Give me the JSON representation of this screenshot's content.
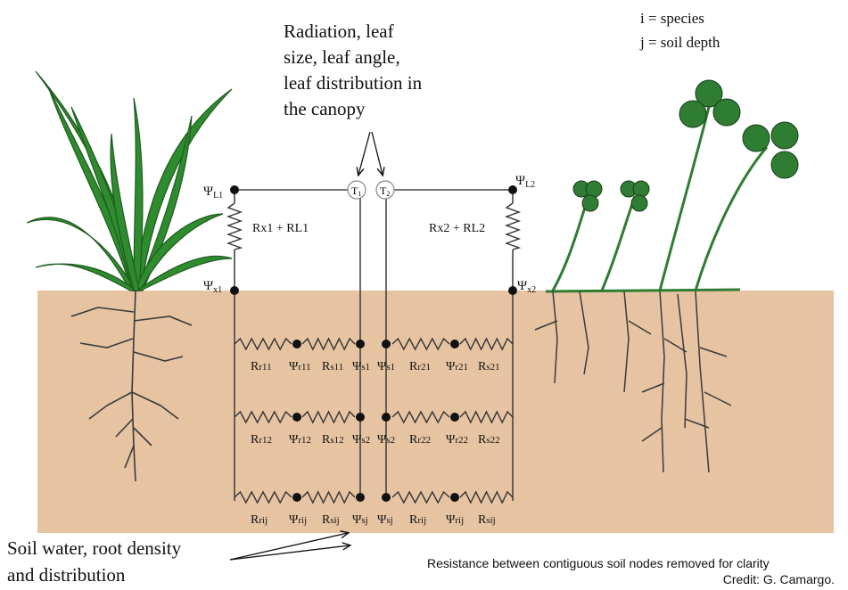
{
  "header": {
    "canopy_note": [
      "Radiation, leaf",
      "size, leaf angle,",
      "leaf distribution in",
      "the canopy"
    ],
    "legend": [
      "i = species",
      "j = soil depth"
    ]
  },
  "circuit": {
    "psi_L1": {
      "sym": "Ψ",
      "sub": "L1"
    },
    "psi_L2": {
      "sym": "Ψ",
      "sub": "L2"
    },
    "psi_x1": {
      "sym": "Ψ",
      "sub": "x1"
    },
    "psi_x2": {
      "sym": "Ψ",
      "sub": "x2"
    },
    "T1": {
      "sym": "T",
      "sub": "1"
    },
    "T2": {
      "sym": "T",
      "sub": "2"
    },
    "r_left": "Rx1 + RL1",
    "r_right": "Rx2 + RL2",
    "rows": [
      {
        "labels": [
          [
            "R",
            "r11"
          ],
          [
            "Ψ",
            "r11"
          ],
          [
            "R",
            "s11"
          ],
          [
            "Ψ",
            "s1"
          ],
          [
            "Ψ",
            "s1"
          ],
          [
            "R",
            "r21"
          ],
          [
            "Ψ",
            "r21"
          ],
          [
            "R",
            "s21"
          ]
        ]
      },
      {
        "labels": [
          [
            "R",
            "r12"
          ],
          [
            "Ψ",
            "r12"
          ],
          [
            "R",
            "s12"
          ],
          [
            "Ψ",
            "s2"
          ],
          [
            "Ψ",
            "s2"
          ],
          [
            "R",
            "r22"
          ],
          [
            "Ψ",
            "r22"
          ],
          [
            "R",
            "s22"
          ]
        ]
      },
      {
        "labels": [
          [
            "R",
            "rij"
          ],
          [
            "Ψ",
            "rij"
          ],
          [
            "R",
            "sij"
          ],
          [
            "Ψ",
            "sj"
          ],
          [
            "Ψ",
            "sj"
          ],
          [
            "R",
            "rij"
          ],
          [
            "Ψ",
            "rij"
          ],
          [
            "R",
            "sij"
          ]
        ]
      }
    ]
  },
  "footer": {
    "soil_note": [
      "Soil water, root density",
      "and distribution"
    ],
    "note": "Resistance between contiguous soil nodes removed for clarity",
    "credit": "Credit: G. Camargo."
  },
  "colors": {
    "soil": "#e6c4a2",
    "grass": "#2e8b2e",
    "grass_dark": "#1f5a1f",
    "clover": "#2f7d32",
    "root": "#3a3a3a"
  }
}
